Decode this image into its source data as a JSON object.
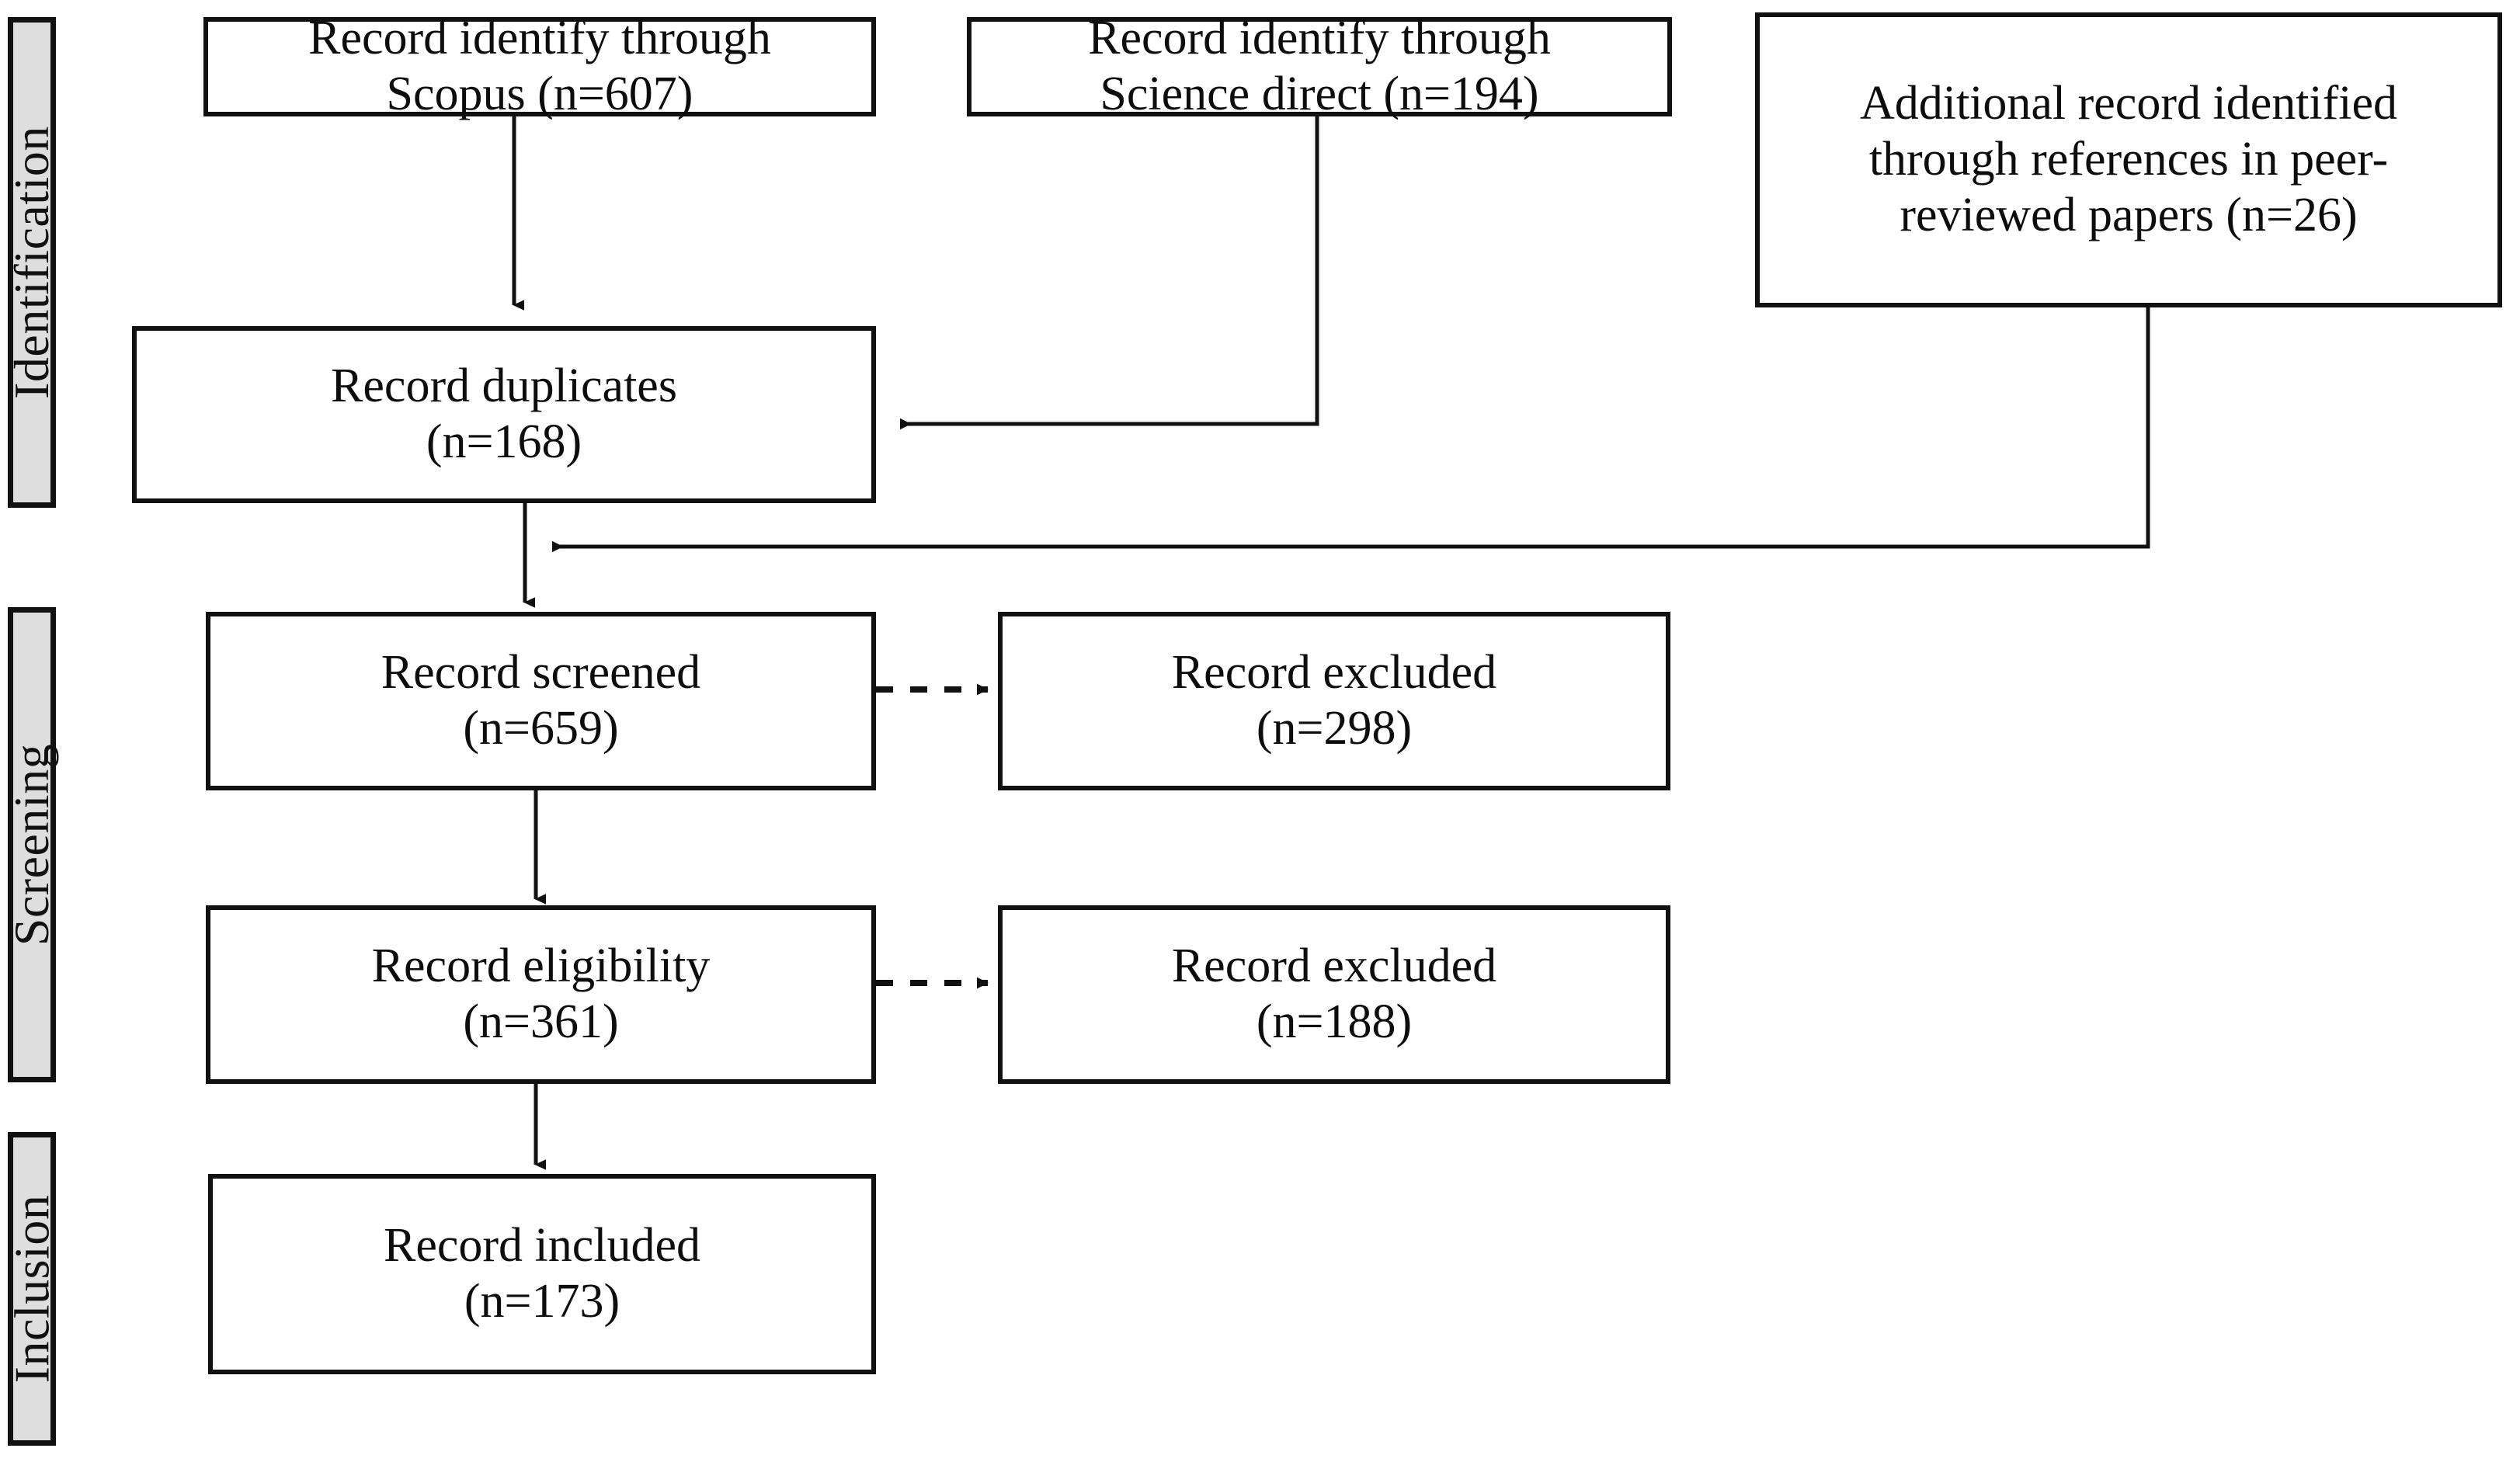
{
  "figure": {
    "type": "prisma-flow-diagram",
    "title": "",
    "background_color": "#ffffff",
    "box_border_color": "#111111",
    "stage_band_fill": "#dededf",
    "connector_color": "#111111"
  },
  "stages": [
    {
      "id": "identification",
      "label": "Identification"
    },
    {
      "id": "screening",
      "label": "Screening"
    },
    {
      "id": "inclusion",
      "label": "Inclusion"
    }
  ],
  "nodes": {
    "scopus": {
      "id": "record-identify-scopus",
      "line1": "Record identify through",
      "line2": "Scopus (n=607)",
      "n": 607
    },
    "science_direct": {
      "id": "record-identify-science-direct",
      "line1": "Record identify through",
      "line2": "Science direct (n=194)",
      "n": 194
    },
    "additional": {
      "id": "additional-record-identified",
      "line1": "Additional record identified",
      "line2": "through references in peer-",
      "line3": "reviewed papers (n=26)",
      "n": 26
    },
    "duplicates": {
      "id": "record-duplicates",
      "line1": "Record duplicates",
      "line2": "(n=168)",
      "n": 168
    },
    "screened": {
      "id": "record-screened",
      "line1": "Record screened",
      "line2": "(n=659)",
      "n": 659
    },
    "excluded_screening": {
      "id": "record-excluded-screening",
      "line1": "Record excluded",
      "line2": "(n=298)",
      "n": 298
    },
    "eligibility": {
      "id": "record-eligibility",
      "line1": "Record eligibility",
      "line2": "(n=361)",
      "n": 361
    },
    "excluded_eligibility": {
      "id": "record-excluded-eligibility",
      "line1": "Record excluded",
      "line2": "(n=188)",
      "n": 188
    },
    "included": {
      "id": "record-included",
      "line1": "Record included",
      "line2": "(n=173)",
      "n": 173
    }
  },
  "connectors": [
    {
      "from": "scopus",
      "to": "duplicates",
      "style": "solid",
      "arrow": "down"
    },
    {
      "from": "science_direct",
      "to": "duplicates",
      "style": "solid",
      "arrow": "left"
    },
    {
      "from": "duplicates",
      "to": "screened",
      "style": "solid",
      "arrow": "down"
    },
    {
      "from": "additional",
      "to": "screened",
      "style": "solid",
      "arrow": "left"
    },
    {
      "from": "screened",
      "to": "excluded_screening",
      "style": "dashed",
      "arrow": "right"
    },
    {
      "from": "screened",
      "to": "eligibility",
      "style": "solid",
      "arrow": "down"
    },
    {
      "from": "eligibility",
      "to": "excluded_eligibility",
      "style": "dashed",
      "arrow": "right"
    },
    {
      "from": "eligibility",
      "to": "included",
      "style": "solid",
      "arrow": "down"
    }
  ]
}
